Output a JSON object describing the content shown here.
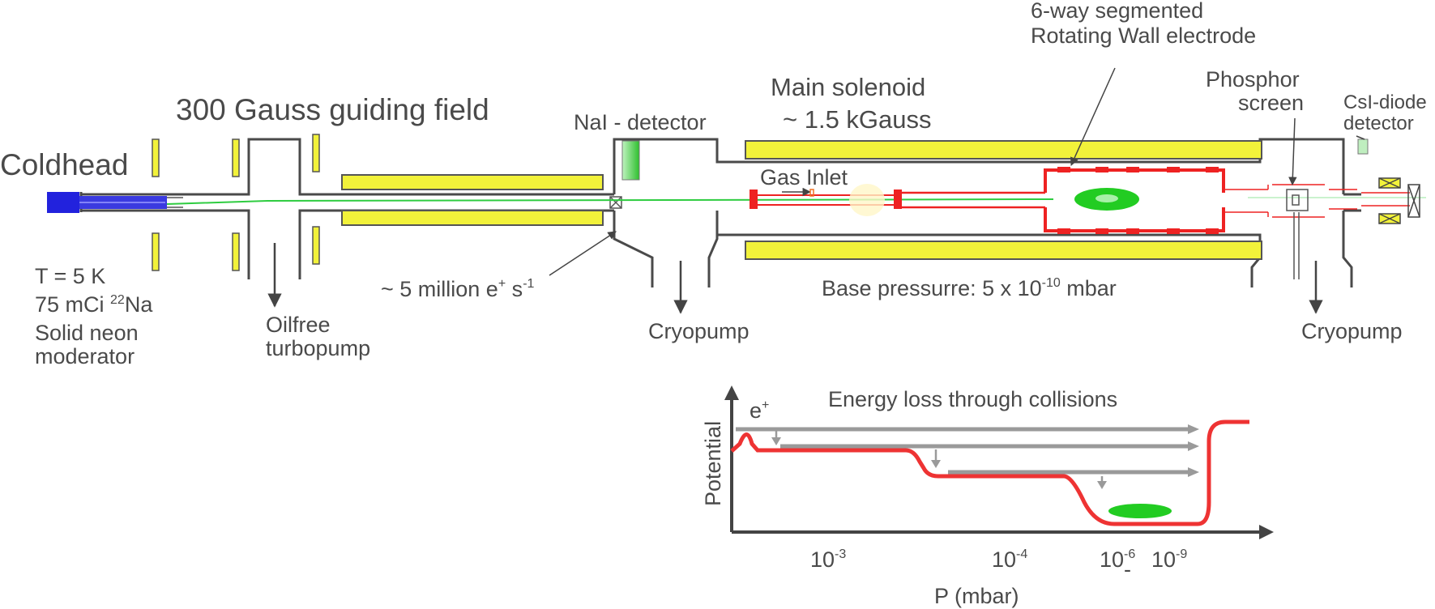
{
  "labels": {
    "coldhead": "Coldhead",
    "guiding_field": "300 Gauss guiding field",
    "temperature": "T = 5 K",
    "source_activity_prefix": "75 mCi ",
    "source_isotope_mass": "22",
    "source_isotope_symbol": "Na",
    "moderator_line1": "Solid neon",
    "moderator_line2": "moderator",
    "turbopump_line1": "Oilfree",
    "turbopump_line2": "turbopump",
    "flux_prefix": "~ 5 million e",
    "flux_sup1": "+",
    "flux_mid": " s",
    "flux_sup2": "-1",
    "nai_detector": "NaI - detector",
    "gas_inlet": "Gas Inlet",
    "cryopump_left": "Cryopump",
    "main_solenoid_line1": "Main solenoid",
    "main_solenoid_line2": "~ 1.5 kGauss",
    "rotating_wall_line1": "6-way segmented",
    "rotating_wall_line2": "Rotating Wall electrode",
    "base_pressure_prefix": "Base pressurre:  5 x 10",
    "base_pressure_exp": "-10",
    "base_pressure_unit": " mbar",
    "phosphor_line1": "Phosphor",
    "phosphor_line2": "screen",
    "csi_line1": "CsI-diode",
    "csi_line2": "detector",
    "cryopump_right": "Cryopump"
  },
  "potential_diagram": {
    "title": "Energy loss through collisions",
    "y_axis_label": "Potential",
    "x_axis_label": "P (mbar)",
    "particle_label": "e",
    "particle_charge": "+",
    "pressure_ticks": [
      {
        "base": "10",
        "exp": "-3"
      },
      {
        "base": "10",
        "exp": "-4"
      },
      {
        "base": "10",
        "exp": "-6"
      },
      {
        "base": "-",
        "exp": ""
      },
      {
        "base": "10",
        "exp": "-9"
      }
    ]
  },
  "colors": {
    "vacuum_wall": "#4a4a4a",
    "coil_fill": "#f2f23a",
    "beam": "#2ecc40",
    "electrode": "#ee2222",
    "source": "#2222dd",
    "cloud": "#22cc22",
    "arrow_grey": "#9a9a9a"
  }
}
